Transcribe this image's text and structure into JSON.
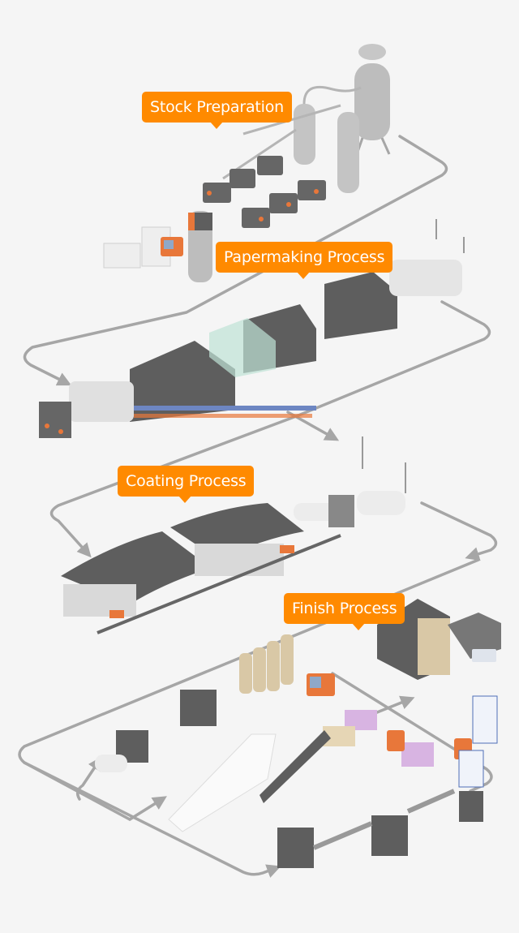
{
  "diagram": {
    "title": "Paper production process flow",
    "stages": [
      {
        "id": "stock",
        "label": "Stock Preparation"
      },
      {
        "id": "paper",
        "label": "Papermaking Process"
      },
      {
        "id": "coat",
        "label": "Coating Process"
      },
      {
        "id": "finish",
        "label": "Finish Process"
      }
    ],
    "colors": {
      "background": "#f5f5f5",
      "label_bg": "#ff8a00",
      "label_text": "#ffffff",
      "flow_line": "#a6a6a6",
      "machine_dark": "#5e5e5e",
      "machine_light": "#bdbdbd",
      "accent_orange": "#e8773a",
      "glass": "#bfe3d6",
      "paper_roll": "#d9c8a6",
      "pallet_pink": "#d8b4e2",
      "box_blue": "#4f6fb8"
    }
  }
}
